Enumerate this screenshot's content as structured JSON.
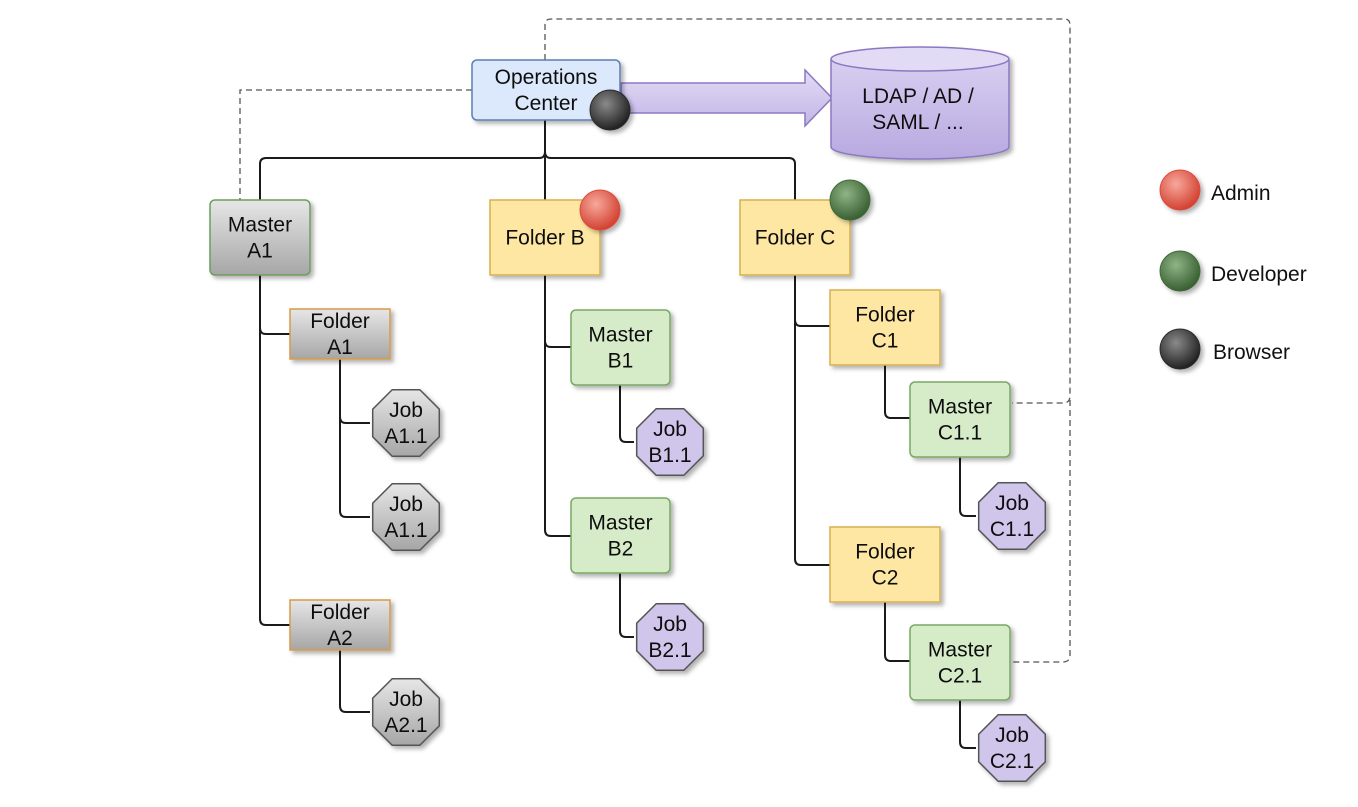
{
  "colors": {
    "ops_fill": "#dce8fb",
    "ops_stroke": "#5b7fb5",
    "db_fill": "#c9bde6",
    "db_stroke": "#8c78c2",
    "master_gray_fill": "#c4c4c4",
    "master_gray_stroke": "#6d9e5c",
    "folder_gray_fill": "#c4c4c4",
    "folder_gray_stroke": "#d79a4a",
    "job_gray_fill": "#c4c4c4",
    "folder_yellow_fill": "#fde7a3",
    "folder_yellow_stroke": "#d7b04f",
    "master_green_fill": "#d6ecc9",
    "master_green_stroke": "#79a865",
    "job_purple_fill": "#d0c6ec",
    "job_stroke": "#555555",
    "admin": "#e04a3a",
    "developer": "#3f6b37",
    "browser": "#2a2a2a"
  },
  "nodes": {
    "ops": "Operations|Center",
    "ldap": "LDAP / AD /|SAML / ...",
    "masterA1": "Master|A1",
    "folderB": "Folder B",
    "folderC": "Folder C",
    "folderA1": "Folder|A1",
    "jobA11a": "Job|A1.1",
    "jobA11b": "Job|A1.1",
    "folderA2": "Folder|A2",
    "jobA21": "Job|A2.1",
    "masterB1": "Master|B1",
    "jobB11": "Job|B1.1",
    "masterB2": "Master|B2",
    "jobB21": "Job|B2.1",
    "folderC1": "Folder|C1",
    "masterC11": "Master|C1.1",
    "jobC11": "Job|C1.1",
    "folderC2": "Folder|C2",
    "masterC21": "Master|C2.1",
    "jobC21": "Job|C2.1"
  },
  "legend": [
    {
      "label": "Admin",
      "role": "admin"
    },
    {
      "label": "Developer",
      "role": "developer"
    },
    {
      "label": "Browser",
      "role": "browser"
    }
  ]
}
